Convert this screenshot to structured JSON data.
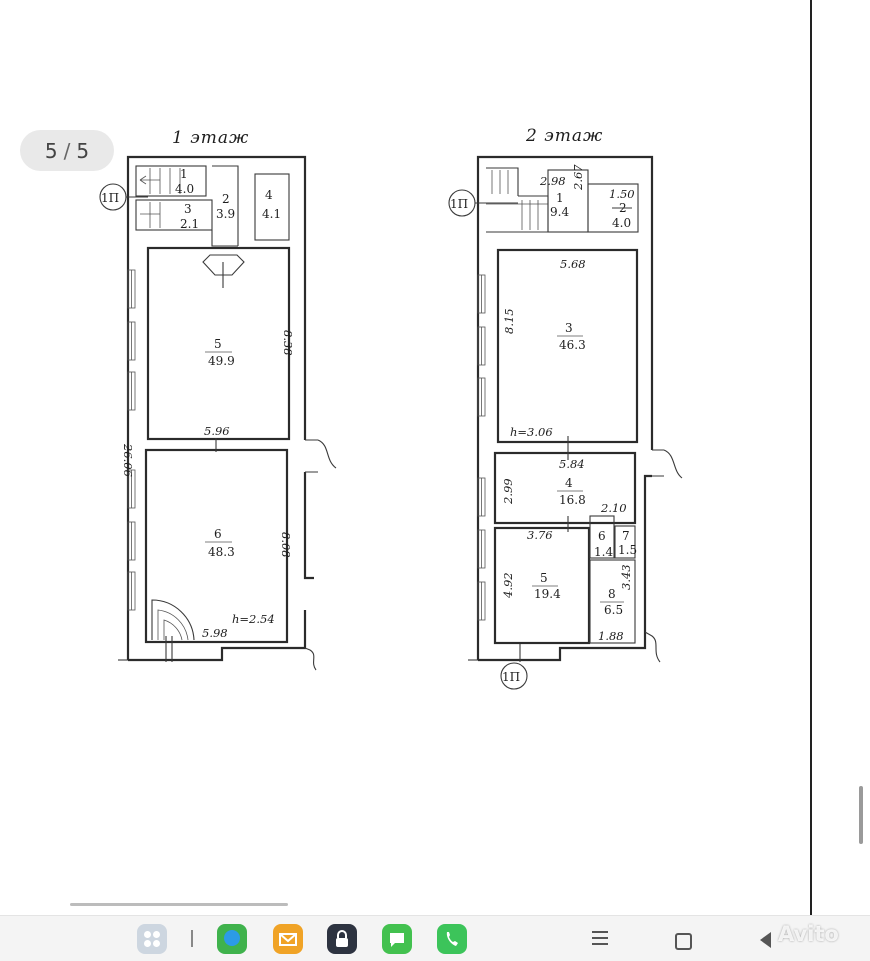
{
  "viewer": {
    "page_counter": {
      "current": "5",
      "separator": "/",
      "total": "5"
    },
    "watermark": "Avito"
  },
  "plan": {
    "floor1": {
      "title": "1 этаж",
      "rooms": [
        {
          "num": "1",
          "area": "4.0"
        },
        {
          "num": "2",
          "area": "3.9"
        },
        {
          "num": "3",
          "area": "2.1"
        },
        {
          "num": "4",
          "area": "4.1"
        },
        {
          "num": "5",
          "area": "49.9"
        },
        {
          "num": "6",
          "area": "48.3"
        }
      ],
      "dims": {
        "total_length": "26.06",
        "room5_height": "8.38",
        "room5_width": "5.96",
        "room6_height": "8.08",
        "room6_width": "5.98",
        "ceiling": "h=2.54"
      },
      "entrance_mark": "1П"
    },
    "floor2": {
      "title": "2 этаж",
      "rooms": [
        {
          "num": "1",
          "area": "9.4"
        },
        {
          "num": "2",
          "area": "4.0"
        },
        {
          "num": "3",
          "area": "46.3"
        },
        {
          "num": "4",
          "area": "16.8"
        },
        {
          "num": "5",
          "area": "19.4"
        },
        {
          "num": "6",
          "area": "1.4"
        },
        {
          "num": "7",
          "area": "1.5"
        },
        {
          "num": "8",
          "area": "6.5"
        }
      ],
      "dims": {
        "r1_width": "2.98",
        "r1_height": "2.67",
        "r2_width": "1.50",
        "r3_width": "5.68",
        "r3_height": "8.15",
        "ceiling": "h=3.06",
        "r4_width": "5.84",
        "r4_height": "2.99",
        "r6_width": "2.10",
        "r5_width": "3.76",
        "r5_height": "4.92",
        "r8_height": "3.43",
        "r8_width": "1.88"
      },
      "entrance_mark_top": "1П",
      "entrance_mark_bottom": "1П"
    }
  },
  "taskbar": {
    "apps": [
      "grid-icon",
      "browser-icon",
      "mail-icon",
      "lock-icon",
      "chat-icon",
      "phone-icon"
    ],
    "nav": [
      "menu-icon",
      "home-icon",
      "back-icon"
    ]
  }
}
